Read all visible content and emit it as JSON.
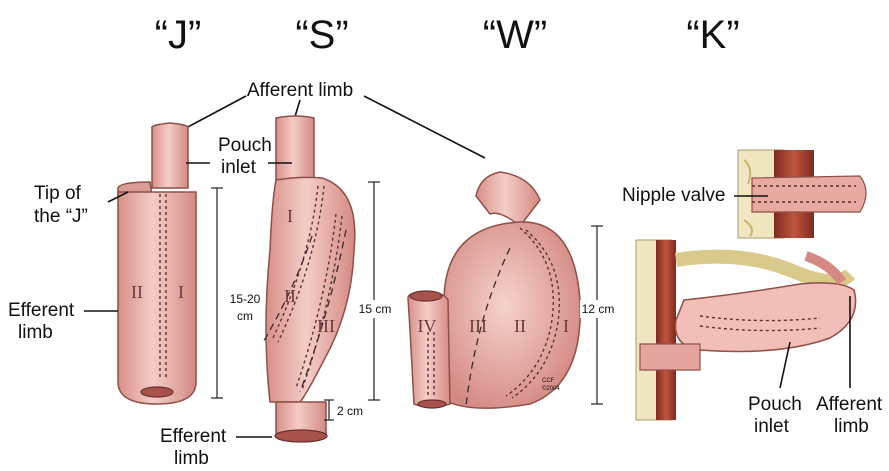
{
  "panels": {
    "j": {
      "title": "“J”",
      "tip_label_1": "Tip of",
      "tip_label_2": "the “J”",
      "efferent_label_1": "Efferent",
      "efferent_label_2": "limb",
      "roman_left": "II",
      "roman_right": "I",
      "measure_1": "15-20",
      "measure_2": "cm"
    },
    "s": {
      "title": "“S”",
      "pouch_inlet_1": "Pouch",
      "pouch_inlet_2": "inlet",
      "roman_1": "I",
      "roman_2": "II",
      "roman_3": "III",
      "measure": "15 cm",
      "measure_small": "2 cm",
      "efferent_label_1": "Efferent",
      "efferent_label_2": "limb"
    },
    "w": {
      "title": "“W”",
      "roman_1": "IV",
      "roman_2": "III",
      "roman_3": "II",
      "roman_4": "I",
      "measure": "12 cm",
      "credit_1": "CCF",
      "credit_2": "©2004"
    },
    "k": {
      "title": "“K”",
      "nipple_valve": "Nipple valve",
      "pouch_inlet_1": "Pouch",
      "pouch_inlet_2": "inlet",
      "afferent_1": "Afferent",
      "afferent_2": "limb"
    }
  },
  "shared": {
    "afferent_limb": "Afferent limb"
  },
  "colors": {
    "tissue_light": "#f2c9c3",
    "tissue_mid": "#e3a59e",
    "tissue_dark": "#b86a63",
    "fat": "#e8dca0",
    "muscle": "#9c3b2c"
  }
}
